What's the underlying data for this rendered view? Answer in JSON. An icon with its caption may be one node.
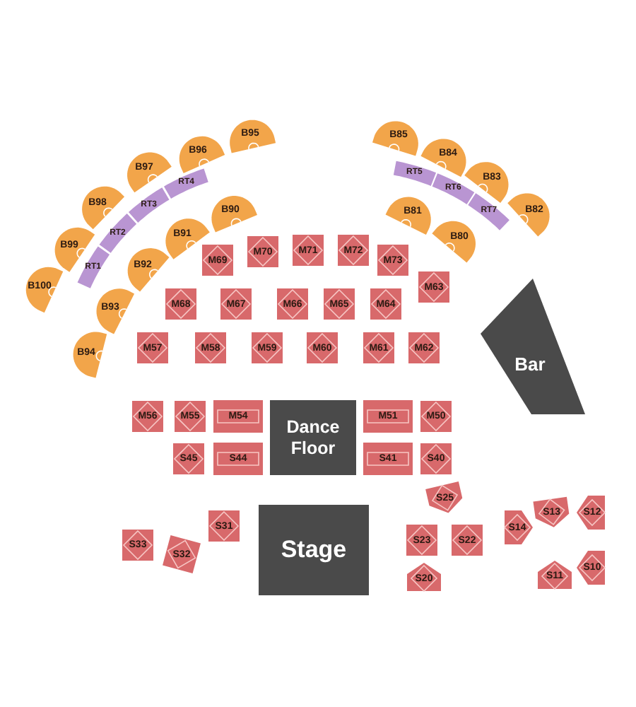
{
  "diagram": {
    "nodes": [
      {
        "text": [
          "B100"
        ]
      },
      {
        "text": [
          "B99"
        ]
      },
      {
        "text": [
          "B98"
        ]
      },
      {
        "text": [
          "B97"
        ]
      },
      {
        "text": [
          "B96"
        ]
      },
      {
        "text": [
          "B95"
        ]
      },
      {
        "text": [
          "RT1"
        ]
      },
      {
        "text": [
          "RT2"
        ]
      },
      {
        "text": [
          "RT3"
        ]
      },
      {
        "text": [
          "RT4"
        ]
      },
      {
        "text": [
          "B94"
        ]
      },
      {
        "text": [
          "B93"
        ]
      },
      {
        "text": [
          "B92"
        ]
      },
      {
        "text": [
          "B91"
        ]
      },
      {
        "text": [
          "B90"
        ]
      },
      {
        "text": [
          "B85"
        ]
      },
      {
        "text": [
          "B84"
        ]
      },
      {
        "text": [
          "B83"
        ]
      },
      {
        "text": [
          "B82"
        ]
      },
      {
        "text": [
          "RT5"
        ]
      },
      {
        "text": [
          "RT6"
        ]
      },
      {
        "text": [
          "RT7"
        ]
      },
      {
        "text": [
          "B81"
        ]
      },
      {
        "text": [
          "B80"
        ]
      },
      {
        "text": [
          "M69"
        ]
      },
      {
        "text": [
          "M70"
        ]
      },
      {
        "text": [
          "M71"
        ]
      },
      {
        "text": [
          "M72"
        ]
      },
      {
        "text": [
          "M73"
        ]
      },
      {
        "text": [
          "M63"
        ]
      },
      {
        "text": [
          "M68"
        ]
      },
      {
        "text": [
          "M67"
        ]
      },
      {
        "text": [
          "M66"
        ]
      },
      {
        "text": [
          "M65"
        ]
      },
      {
        "text": [
          "M64"
        ]
      },
      {
        "text": [
          "Bar"
        ]
      },
      {
        "text": [
          "M57"
        ]
      },
      {
        "text": [
          "M58"
        ]
      },
      {
        "text": [
          "M59"
        ]
      },
      {
        "text": [
          "M60"
        ]
      },
      {
        "text": [
          "M61"
        ]
      },
      {
        "text": [
          "M62"
        ]
      },
      {
        "text": [
          "M56"
        ]
      },
      {
        "text": [
          "M55"
        ]
      },
      {
        "text": [
          "M54"
        ]
      },
      {
        "text": [
          "Dance Floor"
        ]
      },
      {
        "text": [
          "M51"
        ]
      },
      {
        "text": [
          "M50"
        ]
      },
      {
        "text": [
          "S45"
        ]
      },
      {
        "text": [
          "S44"
        ]
      },
      {
        "text": [
          "S41"
        ]
      },
      {
        "text": [
          "S40"
        ]
      },
      {
        "text": [
          "S25"
        ]
      },
      {
        "text": [
          "S31"
        ]
      },
      {
        "text": [
          "S33"
        ]
      },
      {
        "text": [
          "S32"
        ]
      },
      {
        "text": [
          "Stage"
        ]
      },
      {
        "text": [
          "S23"
        ]
      },
      {
        "text": [
          "S22"
        ]
      },
      {
        "text": [
          "S14"
        ]
      },
      {
        "text": [
          "S13"
        ]
      },
      {
        "text": [
          "S12"
        ]
      },
      {
        "text": [
          "S20"
        ]
      },
      {
        "text": [
          "S11"
        ]
      },
      {
        "text": [
          "S10"
        ]
      }
    ]
  }
}
